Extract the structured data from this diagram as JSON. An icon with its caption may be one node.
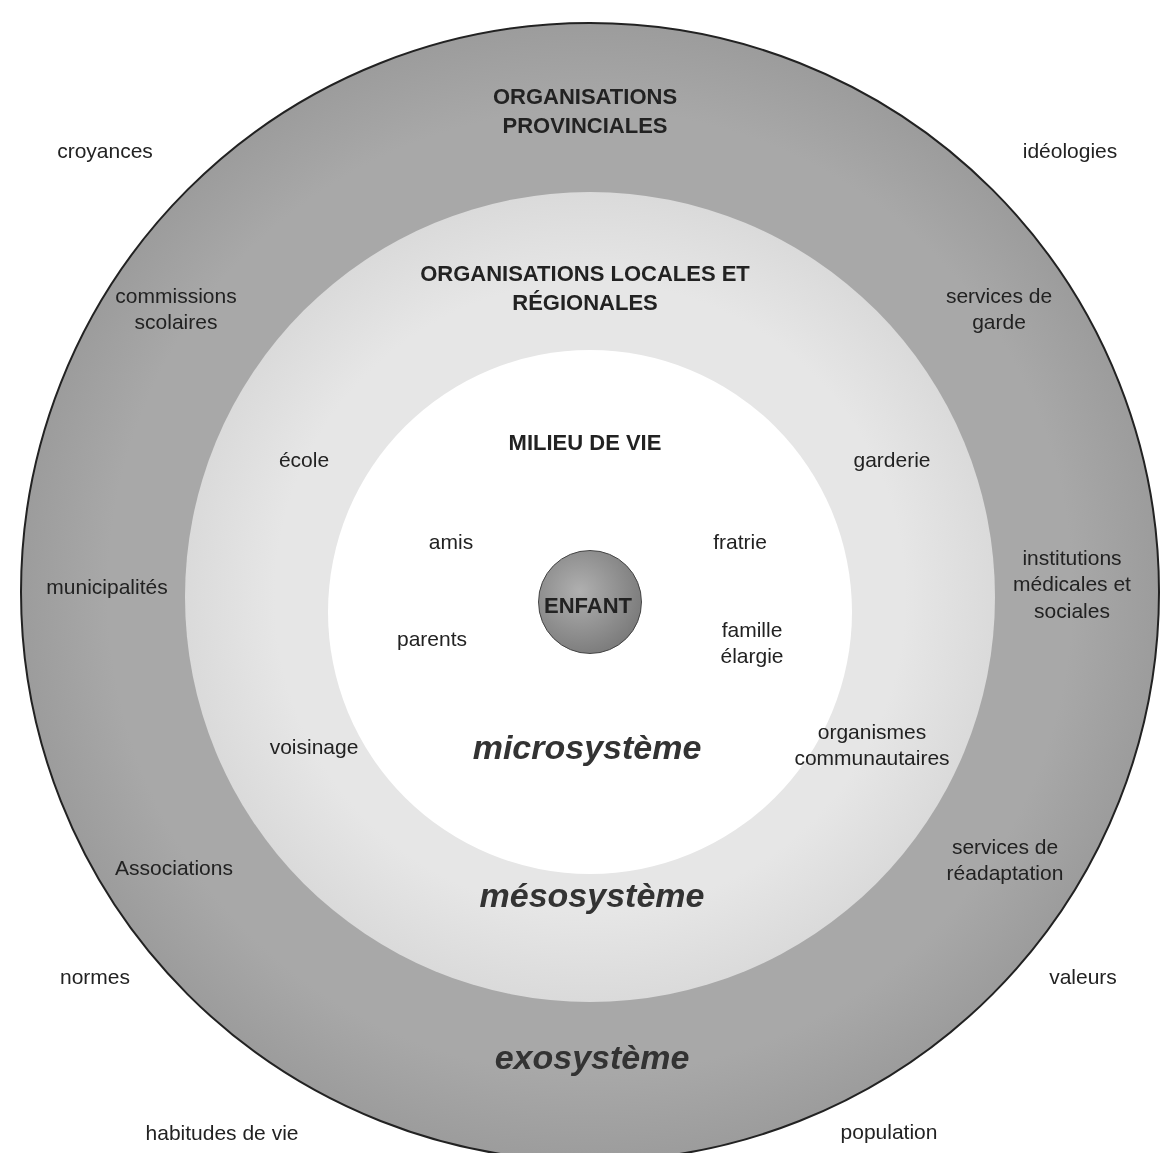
{
  "diagram": {
    "nodes": [
      {
        "text": [
          "ORGANISATIONS PROVINCIALES",
          "commissions scolaires",
          "services de garde",
          "municipalités",
          "institutions médicales et sociales",
          "Associations",
          "services de réadaptation",
          "exosystème"
        ]
      },
      {
        "text": [
          "ORGANISATIONS LOCALES ET RÉGIONALES",
          "école",
          "garderie",
          "voisinage",
          "organismes communautaires",
          "mésosystème"
        ],
        "in": 0
      },
      {
        "text": [
          "MILIEU DE VIE",
          "amis",
          "fratrie",
          "parents",
          "famille élargie",
          "microsystème"
        ],
        "in": 1
      },
      {
        "text": [
          "ENFANT"
        ],
        "in": 2
      }
    ],
    "labels": [
      "croyances",
      "idéologies",
      "normes",
      "valeurs",
      "habitudes de vie",
      "population"
    ]
  }
}
